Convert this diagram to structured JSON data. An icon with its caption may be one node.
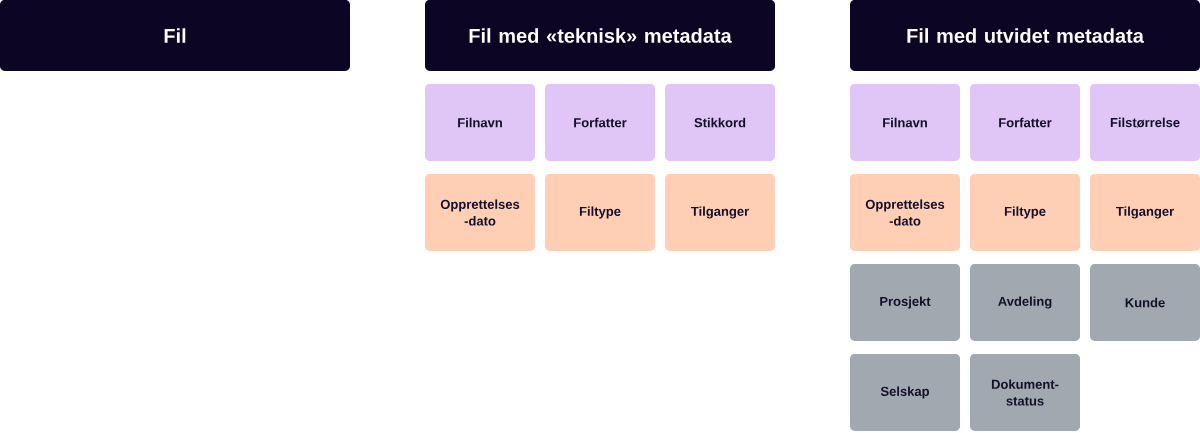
{
  "diagram": {
    "nodes": [
      {
        "text": [
          "Fil"
        ]
      },
      {
        "text": [
          "Fil med «teknisk» metadata"
        ]
      },
      {
        "text": [
          "Fil med utvidet metadata"
        ]
      },
      {
        "text": [
          "Filnavn"
        ]
      },
      {
        "text": [
          "Forfatter"
        ]
      },
      {
        "text": [
          "Stikkord"
        ]
      },
      {
        "text": [
          "Filnavn"
        ]
      },
      {
        "text": [
          "Forfatter"
        ]
      },
      {
        "text": [
          "Filstørrelse"
        ]
      },
      {
        "text": [
          "Opprettelses -dato"
        ]
      },
      {
        "text": [
          "Filtype"
        ]
      },
      {
        "text": [
          "Tilganger"
        ]
      },
      {
        "text": [
          "Opprettelses -dato"
        ]
      },
      {
        "text": [
          "Filtype"
        ]
      },
      {
        "text": [
          "Tilganger"
        ]
      },
      {
        "text": [
          "Prosjekt"
        ]
      },
      {
        "text": [
          "Avdeling"
        ]
      },
      {
        "text": [
          "Kunde"
        ]
      },
      {
        "text": [
          "Selskap"
        ]
      },
      {
        "text": [
          "Dokument- status"
        ]
      }
    ]
  }
}
